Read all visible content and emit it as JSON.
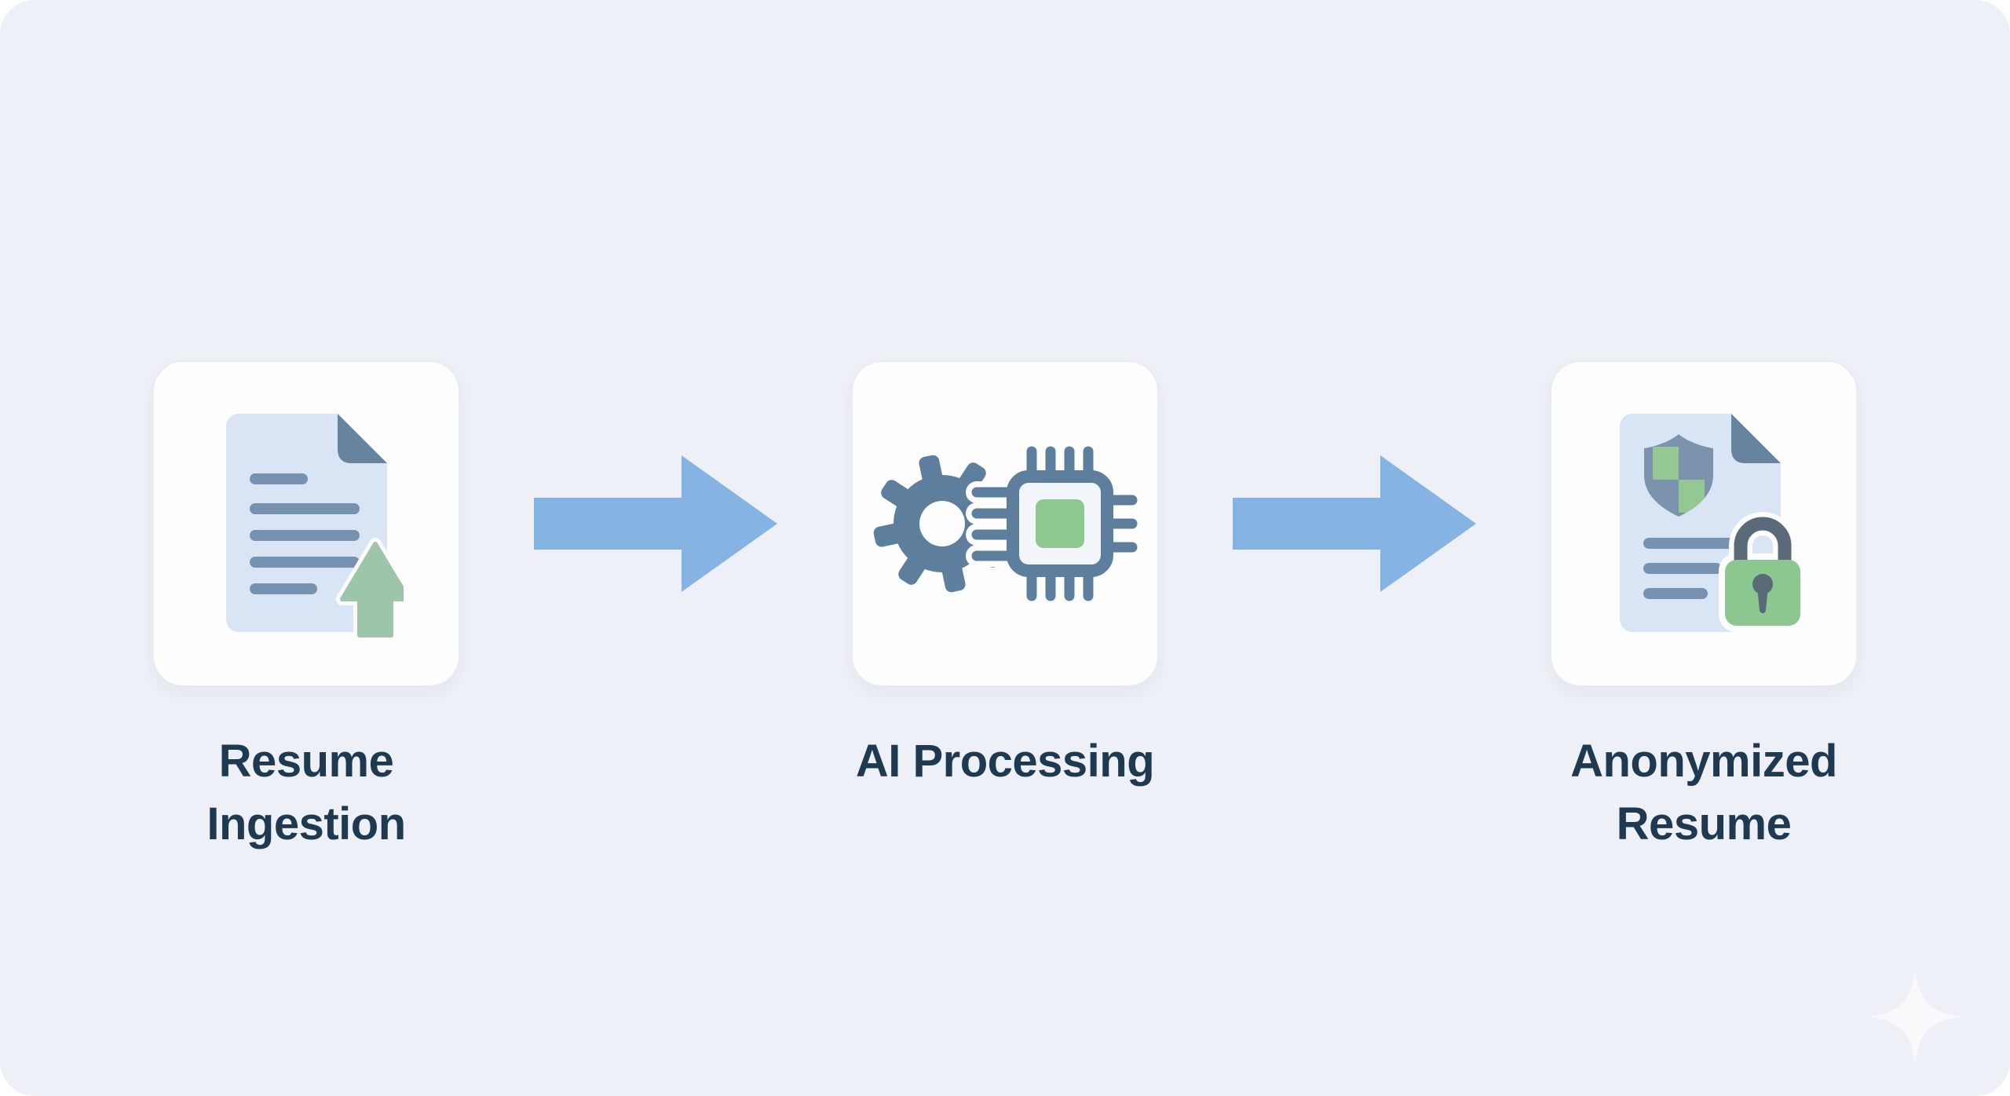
{
  "diagram": {
    "type": "flow",
    "direction": "left-to-right",
    "steps": [
      {
        "label": "Resume Ingestion",
        "icon": "document-upload-icon"
      },
      {
        "label": "AI Processing",
        "icon": "gear-chip-icon"
      },
      {
        "label": "Anonymized Resume",
        "icon": "document-shield-lock-icon"
      }
    ],
    "connectors": [
      {
        "from": "Resume Ingestion",
        "to": "AI Processing",
        "icon": "arrow-right-icon"
      },
      {
        "from": "AI Processing",
        "to": "Anonymized Resume",
        "icon": "arrow-right-icon"
      }
    ],
    "watermark_icon": "sparkle-icon"
  },
  "colors": {
    "bg": "#edf0f6",
    "card-bg": "#fdfdfe",
    "card-border": "#e8eaef",
    "label": "#1e3950",
    "arrow": "#85b4e4",
    "icon-blue": "#5e7e9e",
    "doc-body": "#d9e5f4",
    "doc-fold": "#67839f",
    "doc-line": "#7792b0",
    "green-core": "#8ec88e",
    "green-soft": "#9cc5a9",
    "shield-body": "#7b93ac",
    "shield-green": "#93c892",
    "lock-green": "#8bc78e",
    "lock-shackle": "#5a6a78",
    "chip-panel": "#f2f5f9",
    "halo": "#fdfdfe"
  }
}
